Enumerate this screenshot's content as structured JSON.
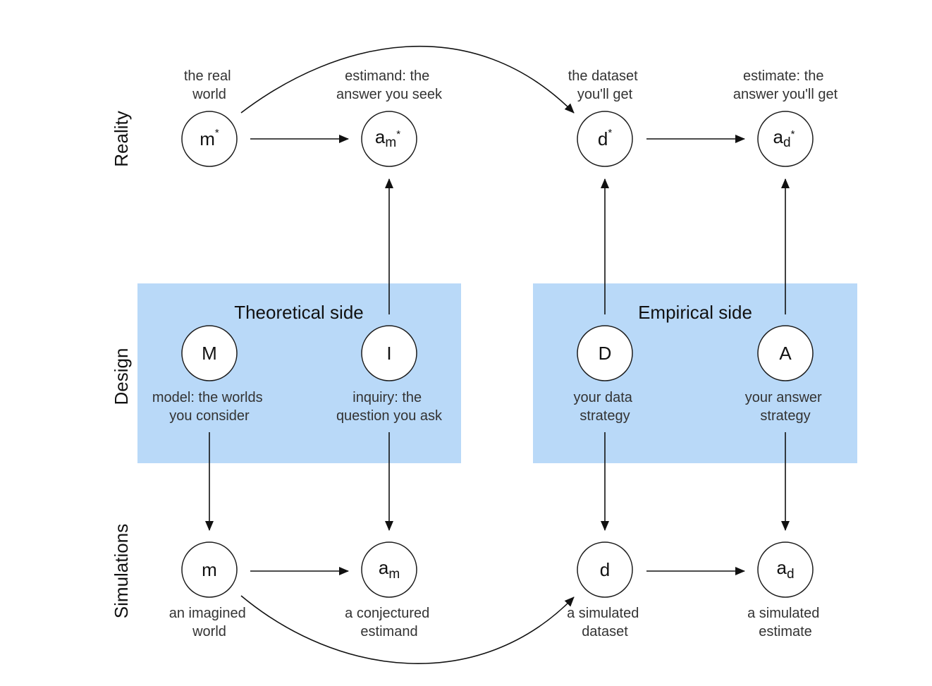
{
  "rows": {
    "reality": "Reality",
    "design": "Design",
    "simulations": "Simulations"
  },
  "sides": {
    "theoretical": "Theoretical side",
    "empirical": "Empirical side"
  },
  "colors": {
    "panel": "#b9d9f8",
    "stroke": "#111111",
    "caption": "#333333"
  },
  "nodes": {
    "m_star": {
      "base": "m",
      "sup": "*",
      "caption": [
        "the real",
        "world"
      ]
    },
    "a_m_star": {
      "base": "a",
      "sub": "m",
      "subsup": "*",
      "caption": [
        "estimand: the",
        "answer you seek"
      ]
    },
    "d_star": {
      "base": "d",
      "sup": "*",
      "caption": [
        "the dataset",
        "you'll get"
      ]
    },
    "a_d_star": {
      "base": "a",
      "sub": "d",
      "subsup": "*",
      "caption": [
        "estimate: the",
        "answer you'll get"
      ]
    },
    "M": {
      "base": "M",
      "caption": [
        "model: the worlds",
        "you consider"
      ]
    },
    "I": {
      "base": "I",
      "caption": [
        "inquiry: the",
        "question you ask"
      ]
    },
    "D": {
      "base": "D",
      "caption": [
        "your data",
        "strategy"
      ]
    },
    "A": {
      "base": "A",
      "caption": [
        "your answer",
        "strategy"
      ]
    },
    "m": {
      "base": "m",
      "caption": [
        "an imagined",
        "world"
      ]
    },
    "a_m": {
      "base": "a",
      "sub": "m",
      "caption": [
        "a conjectured",
        "estimand"
      ]
    },
    "d": {
      "base": "d",
      "caption": [
        "a simulated",
        "dataset"
      ]
    },
    "a_d": {
      "base": "a",
      "sub": "d",
      "caption": [
        "a simulated",
        "estimate"
      ]
    }
  }
}
